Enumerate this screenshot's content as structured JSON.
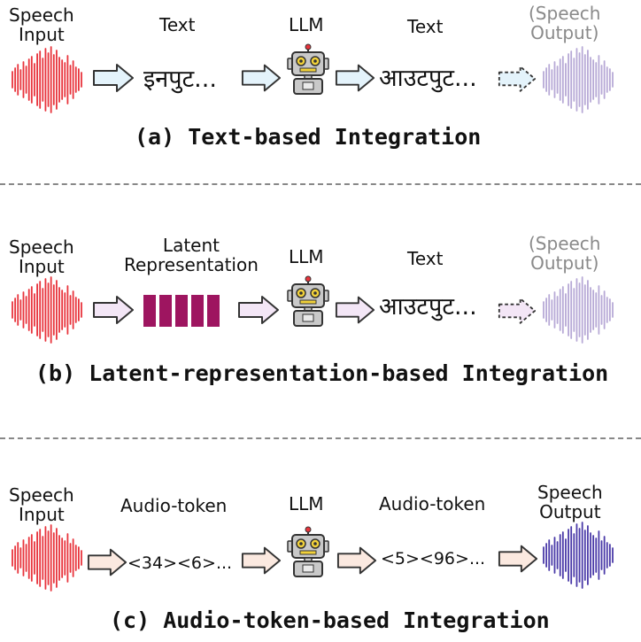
{
  "colors": {
    "input_wave": "#e8343c",
    "output_wave_faded": "#b7a9d6",
    "output_wave": "#4a3aa8",
    "arrow_blue": "#e4f3fb",
    "arrow_purple": "#f3e6f6",
    "arrow_peach": "#fbe9e0",
    "latent_block": "#9e1560",
    "robot_yellow": "#f2d23a",
    "robot_body": "#c9c9c9",
    "divider": "#888888"
  },
  "panel_a": {
    "input_label_1": "Speech",
    "input_label_2": "Input",
    "text_label_1": "Text",
    "llm_label": "LLM",
    "text_label_2": "Text",
    "output_label_1": "(Speech",
    "output_label_2": "Output)",
    "input_text": "इनपुट...",
    "output_text": "आउटपुट...",
    "caption": "(a) Text-based Integration"
  },
  "panel_b": {
    "input_label_1": "Speech",
    "input_label_2": "Input",
    "latent_label_1": "Latent",
    "latent_label_2": "Representation",
    "llm_label": "LLM",
    "text_label": "Text",
    "output_label_1": "(Speech",
    "output_label_2": "Output)",
    "output_text": "आउटपुट...",
    "caption": "(b) Latent-representation-based Integration"
  },
  "panel_c": {
    "input_label_1": "Speech",
    "input_label_2": "Input",
    "token_label_1": "Audio-token",
    "llm_label": "LLM",
    "token_label_2": "Audio-token",
    "output_label_1": "Speech",
    "output_label_2": "Output",
    "input_tokens": "<34><6>...",
    "output_tokens": "<5><96>...",
    "caption": "(c) Audio-token-based Integration"
  },
  "icons": [
    "waveform-icon",
    "arrow-icon",
    "robot-icon",
    "latent-blocks-icon"
  ]
}
